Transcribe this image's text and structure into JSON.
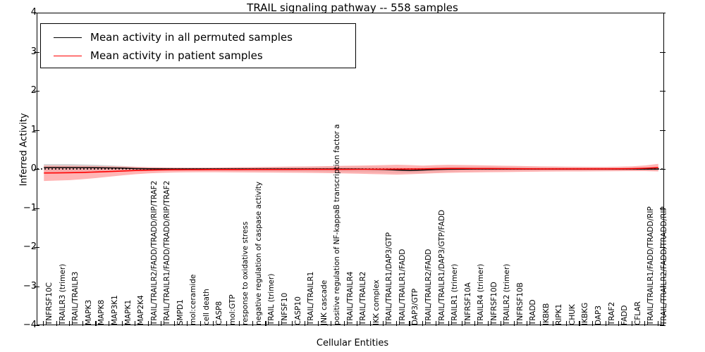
{
  "chart_data": {
    "type": "line",
    "title": "TRAIL signaling pathway -- 558 samples",
    "xlabel": "Cellular Entities",
    "ylabel": "Inferred Activity",
    "ylim": [
      -4,
      4
    ],
    "yticks": [
      "4",
      "3",
      "2",
      "1",
      "0",
      "-1",
      "-2",
      "-3",
      "-4"
    ],
    "grid": false,
    "legend_position": "upper left",
    "legend": [
      {
        "label": "Mean activity in all permuted samples",
        "color": "#000000",
        "style": "solid"
      },
      {
        "label": "Mean activity in patient samples",
        "color": "#ff0000",
        "style": "solid"
      }
    ],
    "band_colors": {
      "permuted": "#c8c8c8",
      "patient": "#ff9999"
    },
    "categories": [
      "TNFRSF10C",
      "TRAILR3 (trimer)",
      "TRAIL/TRAILR3",
      "MAPK3",
      "MAPK8",
      "MAP3K1",
      "MAPK1",
      "MAP2K4",
      "TRAIL/TRAILR2/FADD/TRADD/RIP/TRAF2",
      "TRAIL/TRAILR1/FADD/TRADD/RIP/TRAF2",
      "SMPD1",
      "mol:ceramide",
      "cell death",
      "CASP8",
      "mol:GTP",
      "response to oxidative stress",
      "negative regulation of caspase activity",
      "TRAIL (trimer)",
      "TNFSF10",
      "CASP10",
      "TRAIL/TRAILR1",
      "JNK cascade",
      "positive regulation of NF-kappaB transcription factor a",
      "TRAIL/TRAILR4",
      "TRAIL/TRAILR2",
      "IKK complex",
      "TRAIL/TRAILR1/DAP3/GTP",
      "TRAIL/TRAILR1/FADD",
      "DAP3/GTP",
      "TRAIL/TRAILR2/FADD",
      "TRAIL/TRAILR1/DAP3/GTP/FADD",
      "TRAILR1 (trimer)",
      "TNFRSF10A",
      "TRAILR4 (trimer)",
      "TNFRSF10D",
      "TRAILR2 (trimer)",
      "TNFRSF10B",
      "TRADD",
      "IKBKB",
      "RIPK1",
      "CHUK",
      "IKBKG",
      "DAP3",
      "TRAF2",
      "FADD",
      "CFLAR",
      "TRAIL/TRAILR1/FADD/TRADD/RIP",
      "TRAIL/TRAILR2/FADD/TRADD/RIP"
    ],
    "series": [
      {
        "name": "Mean activity in all permuted samples",
        "color": "#000000",
        "values": [
          0.055,
          0.055,
          0.055,
          0.052,
          0.05,
          0.046,
          0.04,
          0.028,
          0.022,
          0.02,
          0.019,
          0.018,
          0.018,
          0.018,
          0.018,
          0.018,
          0.018,
          0.018,
          0.018,
          0.018,
          0.018,
          0.018,
          0.018,
          0.018,
          0.016,
          0.012,
          0.005,
          -0.01,
          -0.02,
          -0.01,
          0.004,
          0.012,
          0.014,
          0.015,
          0.015,
          0.015,
          0.015,
          0.015,
          0.015,
          0.015,
          0.015,
          0.015,
          0.015,
          0.015,
          0.015,
          0.015,
          0.015,
          0.015
        ],
        "band_lower": [
          -0.055,
          -0.055,
          -0.055,
          -0.05,
          -0.046,
          -0.042,
          -0.036,
          -0.028,
          -0.024,
          -0.022,
          -0.022,
          -0.022,
          -0.022,
          -0.024,
          -0.026,
          -0.03,
          -0.034,
          -0.038,
          -0.042,
          -0.046,
          -0.05,
          -0.055,
          -0.06,
          -0.064,
          -0.068,
          -0.072,
          -0.078,
          -0.086,
          -0.092,
          -0.084,
          -0.07,
          -0.056,
          -0.046,
          -0.04,
          -0.036,
          -0.034,
          -0.032,
          -0.03,
          -0.03,
          -0.03,
          -0.03,
          -0.03,
          -0.03,
          -0.03,
          -0.03,
          -0.03,
          -0.03,
          -0.03
        ],
        "band_upper": [
          0.145,
          0.145,
          0.145,
          0.135,
          0.125,
          0.11,
          0.095,
          0.075,
          0.062,
          0.056,
          0.052,
          0.05,
          0.05,
          0.052,
          0.056,
          0.06,
          0.064,
          0.068,
          0.072,
          0.074,
          0.076,
          0.078,
          0.08,
          0.082,
          0.082,
          0.08,
          0.074,
          0.062,
          0.05,
          0.058,
          0.068,
          0.074,
          0.076,
          0.076,
          0.076,
          0.074,
          0.072,
          0.07,
          0.068,
          0.066,
          0.064,
          0.062,
          0.06,
          0.058,
          0.056,
          0.054,
          0.052,
          0.05
        ]
      },
      {
        "name": "Mean activity in patient samples",
        "color": "#ff0000",
        "values": [
          -0.085,
          -0.082,
          -0.078,
          -0.07,
          -0.06,
          -0.048,
          -0.035,
          -0.022,
          -0.012,
          -0.006,
          -0.002,
          0.0,
          0.002,
          0.003,
          0.004,
          0.004,
          0.005,
          0.005,
          0.006,
          0.006,
          0.007,
          0.007,
          0.008,
          0.008,
          0.009,
          0.01,
          0.012,
          0.014,
          0.016,
          0.02,
          0.026,
          0.03,
          0.03,
          0.029,
          0.028,
          0.026,
          0.024,
          0.022,
          0.02,
          0.02,
          0.02,
          0.02,
          0.02,
          0.02,
          0.022,
          0.026,
          0.036,
          0.052
        ],
        "band_lower": [
          -0.29,
          -0.28,
          -0.268,
          -0.244,
          -0.214,
          -0.18,
          -0.146,
          -0.116,
          -0.094,
          -0.08,
          -0.072,
          -0.068,
          -0.066,
          -0.066,
          -0.068,
          -0.07,
          -0.072,
          -0.074,
          -0.076,
          -0.078,
          -0.082,
          -0.086,
          -0.09,
          -0.096,
          -0.104,
          -0.112,
          -0.12,
          -0.128,
          -0.118,
          -0.104,
          -0.09,
          -0.08,
          -0.074,
          -0.07,
          -0.066,
          -0.062,
          -0.058,
          -0.054,
          -0.05,
          -0.048,
          -0.046,
          -0.044,
          -0.042,
          -0.04,
          -0.038,
          -0.036,
          -0.036,
          -0.044
        ],
        "band_upper": [
          0.105,
          0.104,
          0.102,
          0.098,
          0.092,
          0.086,
          0.08,
          0.072,
          0.064,
          0.058,
          0.054,
          0.052,
          0.052,
          0.054,
          0.058,
          0.062,
          0.066,
          0.07,
          0.074,
          0.078,
          0.082,
          0.086,
          0.092,
          0.098,
          0.104,
          0.11,
          0.118,
          0.126,
          0.116,
          0.104,
          0.116,
          0.124,
          0.12,
          0.114,
          0.108,
          0.102,
          0.096,
          0.09,
          0.084,
          0.08,
          0.076,
          0.074,
          0.072,
          0.072,
          0.076,
          0.086,
          0.108,
          0.148
        ]
      }
    ],
    "reference_line": {
      "name": "zero-dotted-baseline",
      "value": 0.018,
      "style": "dotted",
      "color": "#000000"
    }
  }
}
